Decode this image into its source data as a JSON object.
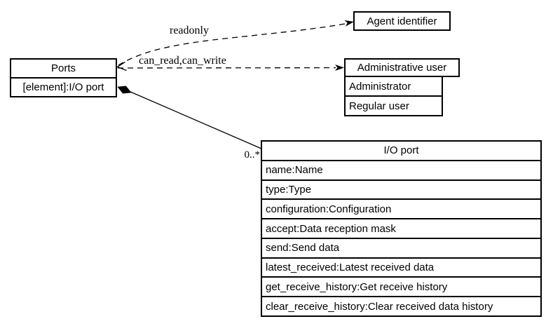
{
  "diagram": {
    "colors": {
      "stroke": "#000000",
      "background": "#ffffff"
    },
    "nodes": {
      "ports": {
        "title": "Ports",
        "attribute": "[element]:I/O port"
      },
      "agent_identifier": {
        "title": "Agent identifier"
      },
      "administrative_user": {
        "title": "Administrative user",
        "values": [
          "Administrator",
          "Regular user"
        ]
      },
      "io_port": {
        "title": "I/O port",
        "attributes": [
          "name:Name",
          "type:Type",
          "configuration:Configuration",
          "accept:Data reception mask",
          "send:Send data",
          "latest_received:Latest received data",
          "get_receive_history:Get receive history",
          "clear_receive_history:Clear received data history"
        ]
      }
    },
    "edges": {
      "readonly_label": "readonly",
      "can_read_write_label": "can_read,can_write",
      "multiplicity_label": "0..*"
    }
  }
}
